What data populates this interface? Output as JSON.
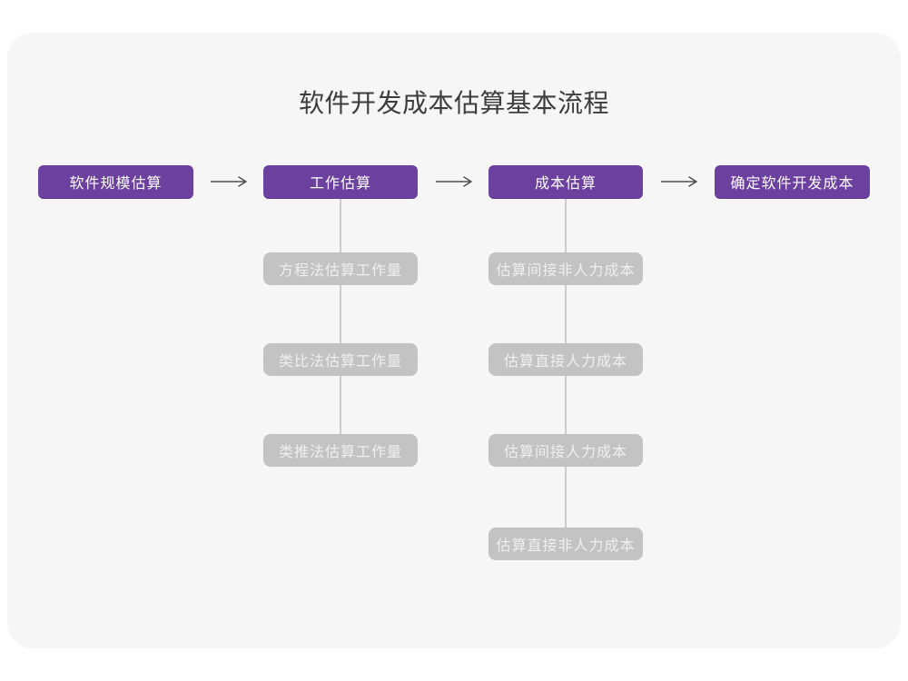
{
  "title": "软件开发成本估算基本流程",
  "colors": {
    "accent_purple": "#6b409f",
    "sub_box_gray": "#c3c3c3",
    "card_background": "#f6f6f7",
    "connector_line": "#cbcbcb",
    "arrow": "#4d4d4d",
    "title_text": "#3c3c3c"
  },
  "flow": {
    "main_steps": [
      {
        "label": "软件规模估算"
      },
      {
        "label": "工作估算"
      },
      {
        "label": "成本估算"
      },
      {
        "label": "确定软件开发成本"
      }
    ],
    "effort_methods": [
      {
        "label": "方程法估算工作量"
      },
      {
        "label": "类比法估算工作量"
      },
      {
        "label": "类推法估算工作量"
      }
    ],
    "cost_components": [
      {
        "label": "估算间接非人力成本"
      },
      {
        "label": "估算直接人力成本"
      },
      {
        "label": "估算间接人力成本"
      },
      {
        "label": "估算直接非人力成本"
      }
    ]
  }
}
